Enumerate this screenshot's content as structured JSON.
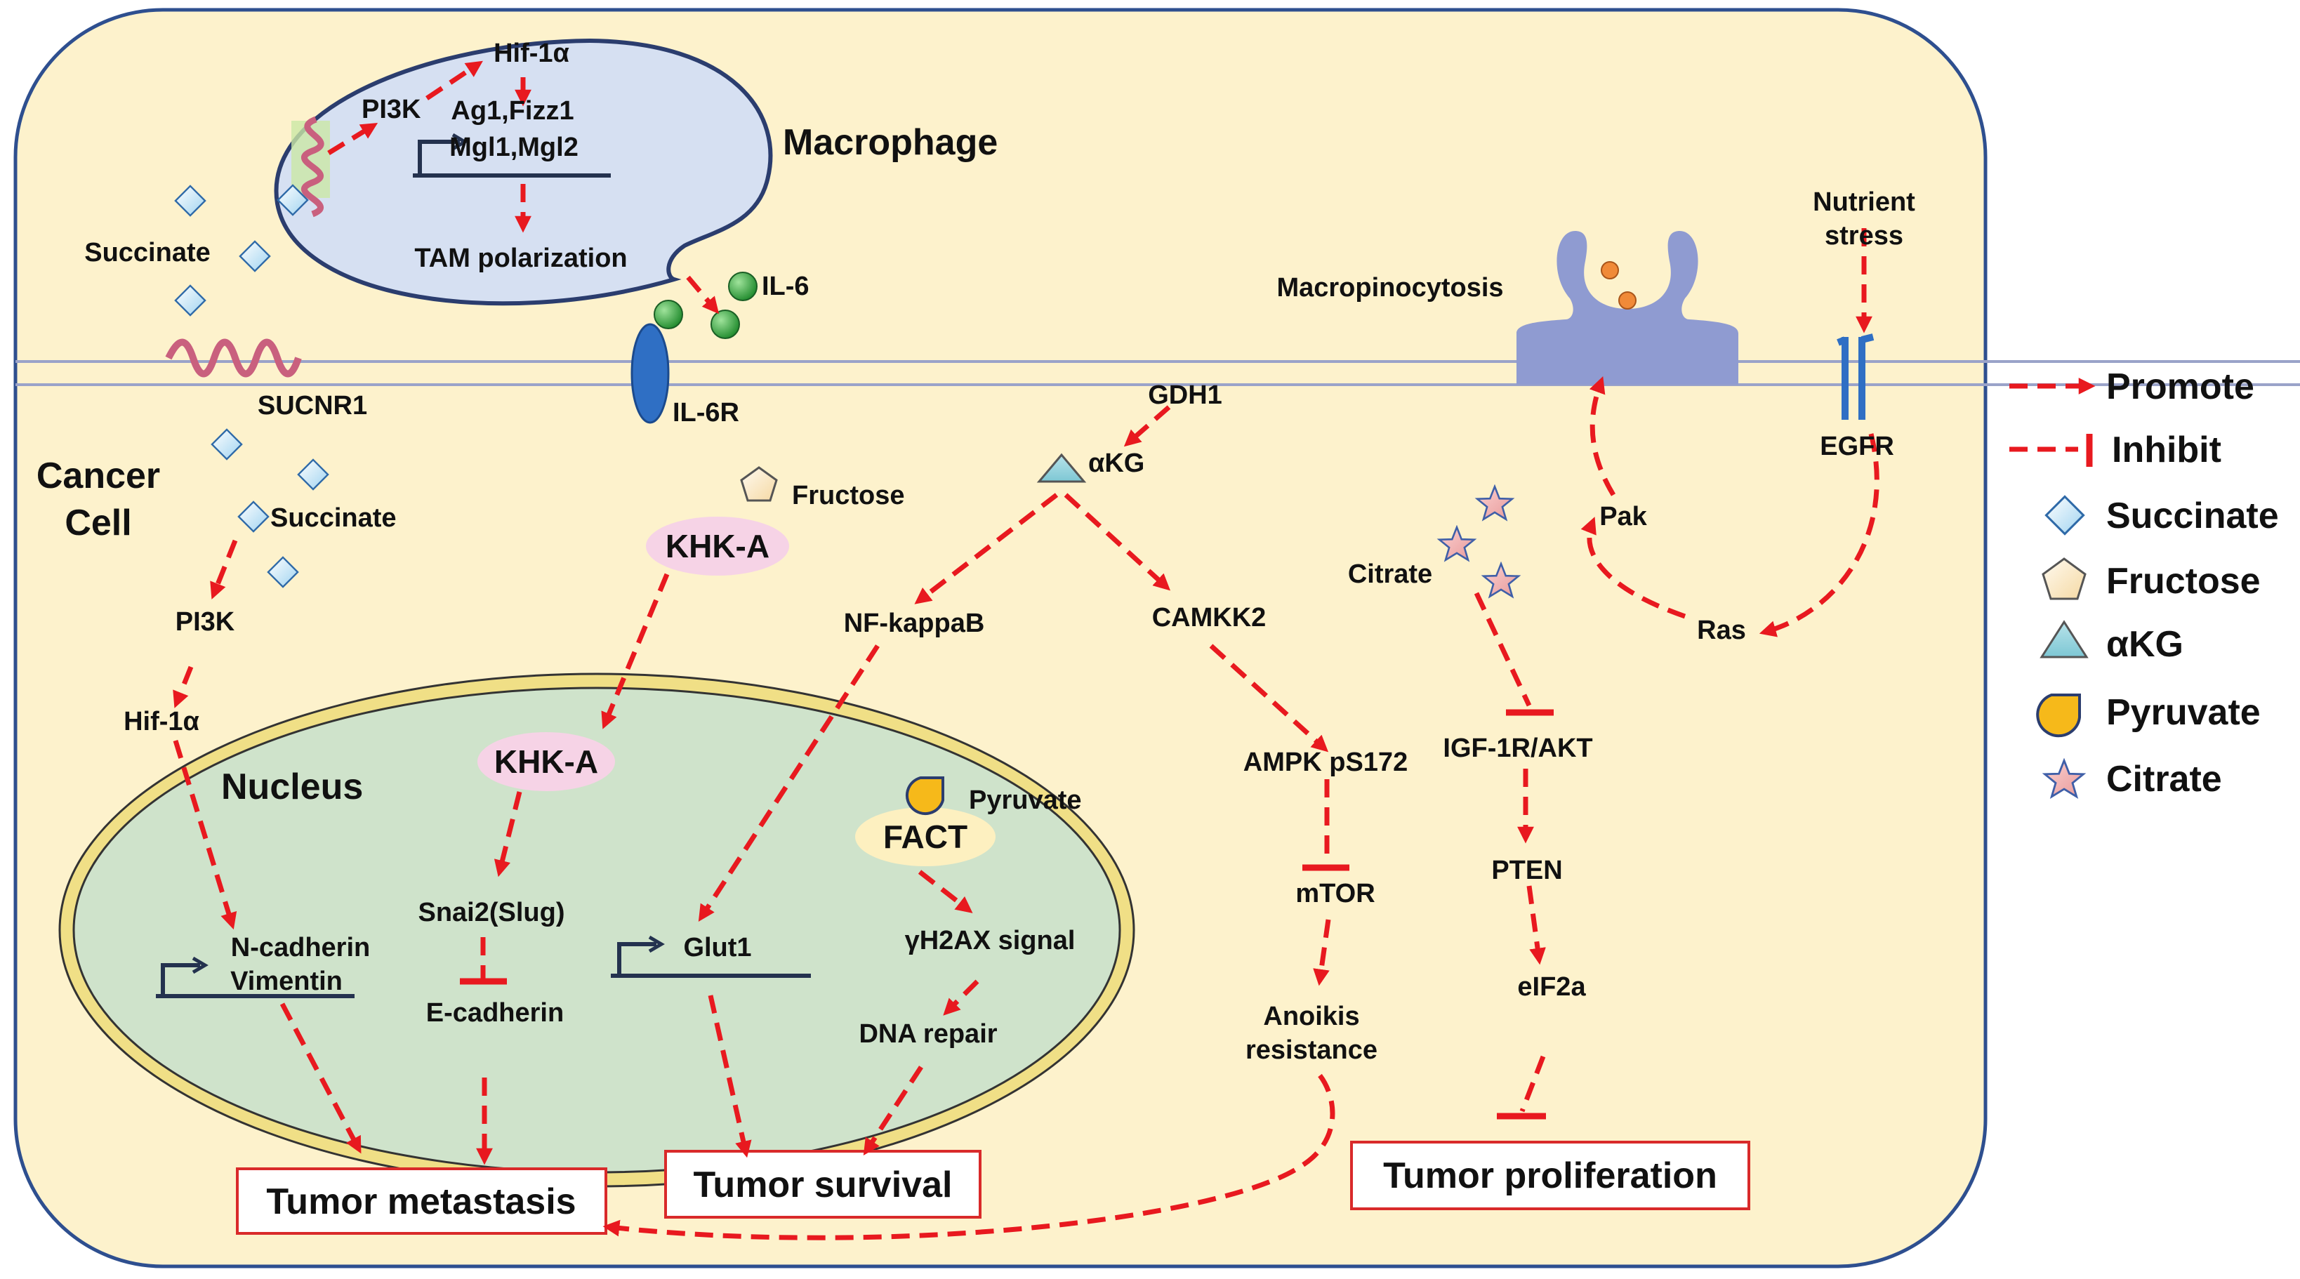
{
  "diagram": {
    "labels": {
      "macrophage": "Macrophage",
      "cancer_cell_line1": "Cancer",
      "cancer_cell_line2": "Cell",
      "nucleus": "Nucleus",
      "pi3k_macrophage": "PI3K",
      "hif1a_macrophage": "Hif-1α",
      "ag1_fizz1": "Ag1,Fizz1",
      "mgl1_mgl2": "Mgl1,Mgl2",
      "tam_polarization": "TAM polarization",
      "succinate_outside": "Succinate",
      "il6": "IL-6",
      "il6r": "IL-6R",
      "sucnr1": "SUCNR1",
      "succinate_inside": "Succinate",
      "pi3k_cancer": "PI3K",
      "hif1a_cancer": "Hif-1α",
      "n_cadherin": "N-cadherin",
      "vimentin": "Vimentin",
      "fructose": "Fructose",
      "khk_a_cyto": "KHK-A",
      "khk_a_nucleus": "KHK-A",
      "snai2": "Snai2(Slug)",
      "e_cadherin": "E-cadherin",
      "gdh1": "GDH1",
      "akg": "αKG",
      "nf_kappab": "NF-kappaB",
      "glut1": "Glut1",
      "camkk2": "CAMKK2",
      "ampk": "AMPK pS172",
      "mtor": "mTOR",
      "anoikis_line1": "Anoikis",
      "anoikis_line2": "resistance",
      "pyruvate": "Pyruvate",
      "fact": "FACT",
      "gamma_h2ax": "γH2AX signal",
      "dna_repair": "DNA repair",
      "macropinocytosis": "Macropinocytosis",
      "nutrient_line1": "Nutrient",
      "nutrient_line2": "stress",
      "egfr": "EGFR",
      "pak": "Pak",
      "ras": "Ras",
      "citrate": "Citrate",
      "igf1r_akt": "IGF-1R/AKT",
      "pten": "PTEN",
      "eif2a": "eIF2a"
    },
    "outcomes": {
      "metastasis": "Tumor metastasis",
      "survival": "Tumor survival",
      "proliferation": "Tumor proliferation"
    },
    "legend": {
      "promote": "Promote",
      "inhibit": "Inhibit",
      "succinate": "Succinate",
      "fructose": "Fructose",
      "akg": "αKG",
      "pyruvate": "Pyruvate",
      "citrate": "Citrate"
    },
    "colors": {
      "cell_fill": "#fdf2cc",
      "cell_border": "#2e4f8f",
      "macrophage_fill": "#d6e0f2",
      "nucleus_fill": "#cfe3cb",
      "nucleus_ring": "#f0df86",
      "arrow": "#e8191f",
      "receptor_blue": "#2f6fc4",
      "il6_green": "#35a23e",
      "macropino_purple": "#8f9bd1",
      "khk_pink": "#f6d3e6",
      "fact_yellow": "#fdf0c0"
    }
  }
}
